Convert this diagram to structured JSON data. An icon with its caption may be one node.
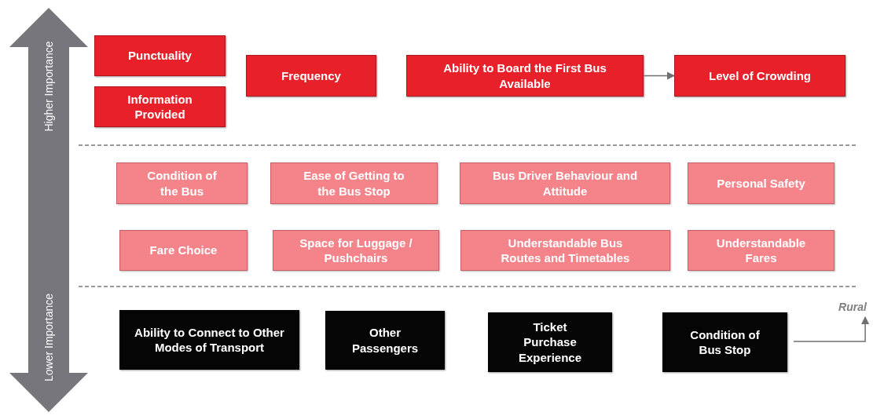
{
  "diagram": {
    "nodes": [
      {
        "text": [
          "Punctuality"
        ]
      },
      {
        "text": [
          "Information Provided"
        ]
      },
      {
        "text": [
          "Frequency"
        ]
      },
      {
        "text": [
          "Ability to Board the First Bus Available"
        ]
      },
      {
        "text": [
          "Level of Crowding"
        ]
      },
      {
        "text": [
          "Condition of the Bus"
        ]
      },
      {
        "text": [
          "Ease of Getting to the Bus Stop"
        ]
      },
      {
        "text": [
          "Bus Driver Behaviour and Attitude"
        ]
      },
      {
        "text": [
          "Personal Safety"
        ]
      },
      {
        "text": [
          "Fare Choice"
        ]
      },
      {
        "text": [
          "Space for Luggage / Pushchairs"
        ]
      },
      {
        "text": [
          "Understandable Bus Routes and Timetables"
        ]
      },
      {
        "text": [
          "Understandable Fares"
        ]
      },
      {
        "text": [
          "Ability to Connect to Other Modes of Transport"
        ]
      },
      {
        "text": [
          "Other Passengers"
        ]
      },
      {
        "text": [
          "Ticket Purchase Experience"
        ]
      },
      {
        "text": [
          "Condition of Bus Stop"
        ]
      },
      {
        "text": [
          "Rural"
        ]
      }
    ],
    "edges": [
      {
        "from": 3,
        "to": 4,
        "arrow": "to"
      },
      {
        "from": 16,
        "to": 17,
        "arrow": "to"
      }
    ],
    "labels": [
      "Higher Importance",
      "Lower Importance"
    ]
  }
}
